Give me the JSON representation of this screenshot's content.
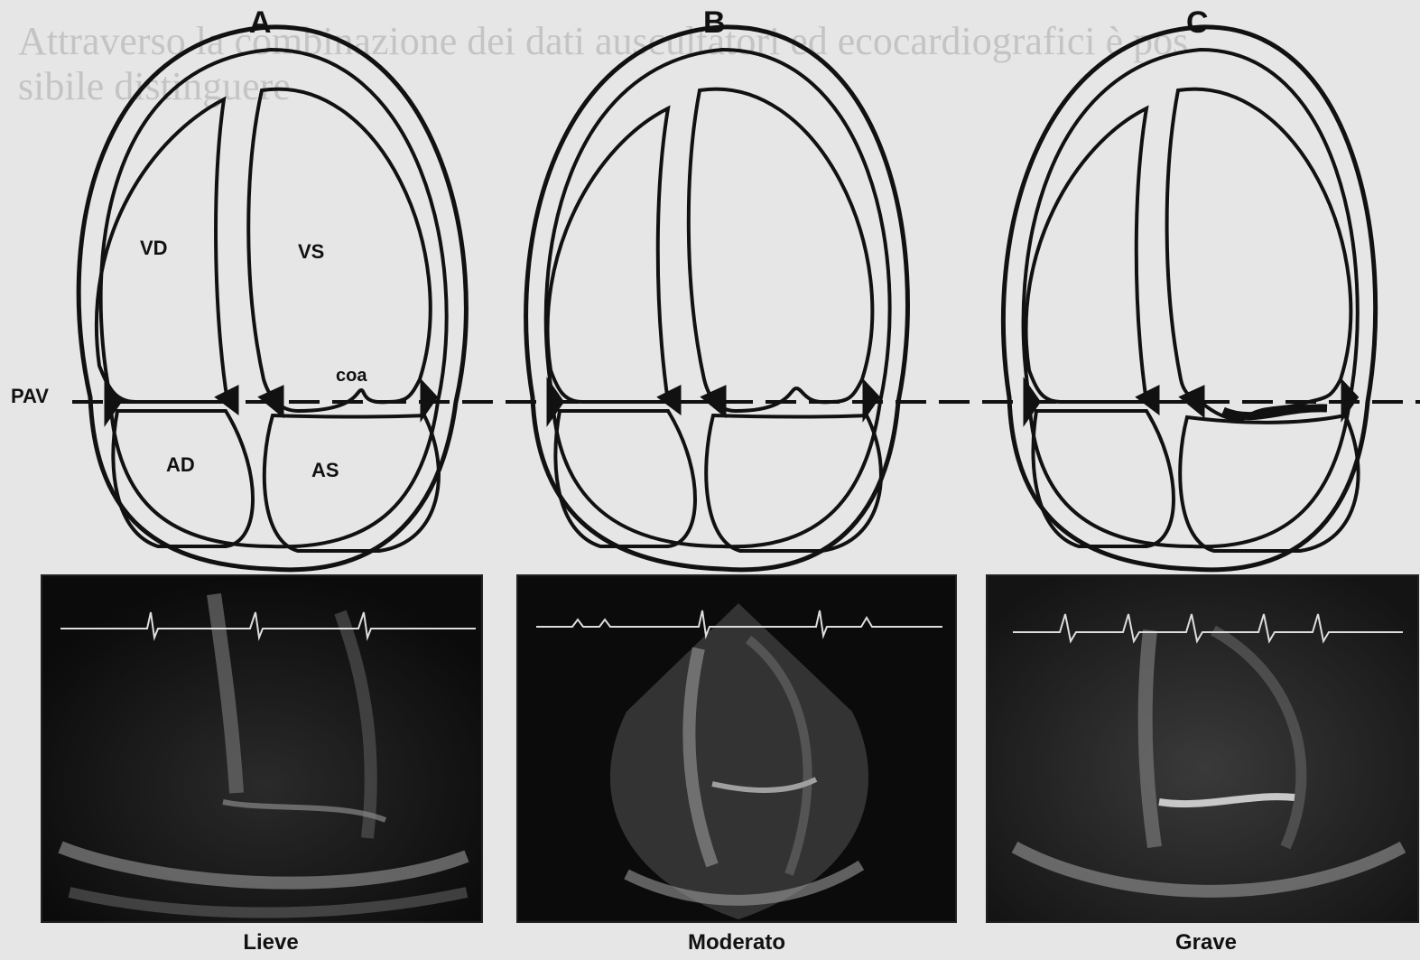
{
  "background_text": {
    "line1": "Attraverso la combinazione dei dati auscultatori ed ecocardiografici è pos",
    "line2": "sibile distinguere"
  },
  "panels": [
    {
      "letter": "A",
      "caption": "Lieve"
    },
    {
      "letter": "B",
      "caption": "Moderato"
    },
    {
      "letter": "C",
      "caption": "Grave"
    }
  ],
  "labels": {
    "right_ventricle": "VD",
    "left_ventricle": "VS",
    "right_atrium": "AD",
    "left_atrium": "AS",
    "coaptation": "coa",
    "annulus_plane": "PAV"
  }
}
